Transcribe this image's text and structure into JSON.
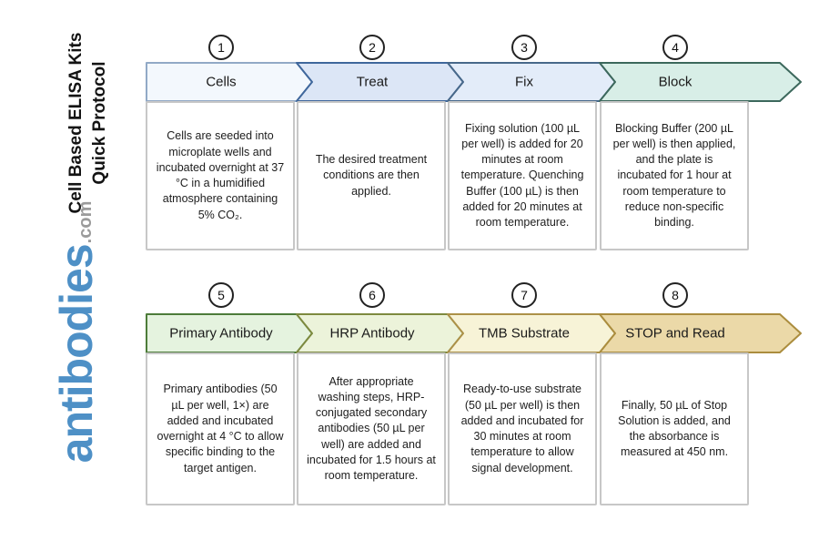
{
  "branding": {
    "logo_text": "antibodies",
    "logo_suffix": ".com",
    "logo_color": "#4e90c6",
    "logo_suffix_color": "#9b9b9b"
  },
  "title": {
    "line1": "Cell Based ELISA Kits",
    "line2": "Quick Protocol"
  },
  "steps": [
    {
      "number": "1",
      "label": "Cells",
      "description": "Cells are seeded into microplate wells and incubated overnight at 37 °C in a humidified atmosphere containing 5% CO₂.",
      "fill": "#f3f8fd",
      "border": "#91a9c6"
    },
    {
      "number": "2",
      "label": "Treat",
      "description": "The desired treatment conditions are then applied.",
      "fill": "#dce6f6",
      "border": "#3f679c"
    },
    {
      "number": "3",
      "label": "Fix",
      "description": "Fixing solution (100 µL per well) is added for 20 minutes at room temperature. Quenching Buffer (100 µL) is then added for 20 minutes at room temperature.",
      "fill": "#e3ecf9",
      "border": "#47688a"
    },
    {
      "number": "4",
      "label": "Block",
      "description": "Blocking Buffer (200 µL per well) is then applied, and the plate is incubated for 1 hour at room temperature to reduce non-specific binding.",
      "fill": "#d8eee7",
      "border": "#3c685c"
    },
    {
      "number": "5",
      "label": "Primary Antibody",
      "description": "Primary antibodies (50 µL per well, 1×) are added and incubated overnight at 4 °C to allow specific binding to the target antigen.",
      "fill": "#e5f3df",
      "border": "#4d7c39"
    },
    {
      "number": "6",
      "label": "HRP Antibody",
      "description": "After appropriate washing steps, HRP-conjugated secondary antibodies (50 µL per well) are added and incubated for 1.5 hours at room temperature.",
      "fill": "#ecf3da",
      "border": "#7d8a3f"
    },
    {
      "number": "7",
      "label": "TMB Substrate",
      "description": "Ready-to-use substrate (50 µL per well) is then added and incubated for 30 minutes at room temperature to allow signal development.",
      "fill": "#f7f3d7",
      "border": "#ac9148"
    },
    {
      "number": "8",
      "label": "STOP and Read",
      "description": "Finally, 50 µL of Stop Solution is added, and the absorbance is measured at 450 nm.",
      "fill": "#ebd9a8",
      "border": "#ab8d3e"
    }
  ]
}
